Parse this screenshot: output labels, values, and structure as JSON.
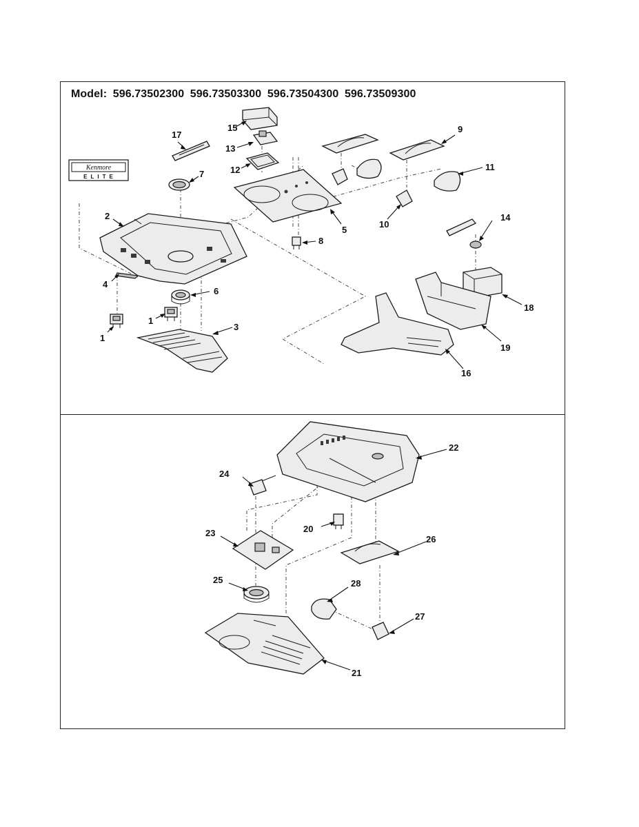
{
  "header": {
    "model_label": "Model:",
    "model_numbers": [
      "596.73502300",
      "596.73503300",
      "596.73504300",
      "596.73509300"
    ]
  },
  "logo": {
    "brand": "Kenmore",
    "sub": "ELITE"
  },
  "callouts": {
    "p1a": "1",
    "p1b": "1",
    "p2": "2",
    "p3": "3",
    "p4": "4",
    "p5": "5",
    "p6": "6",
    "p7": "7",
    "p8": "8",
    "p9": "9",
    "p10": "10",
    "p11": "11",
    "p12": "12",
    "p13": "13",
    "p14": "14",
    "p15": "15",
    "p16": "16",
    "p17": "17",
    "p18": "18",
    "p19": "19",
    "p20": "20",
    "p21": "21",
    "p22": "22",
    "p23": "23",
    "p24": "24",
    "p25": "25",
    "p26": "26",
    "p27": "27",
    "p28": "28"
  }
}
